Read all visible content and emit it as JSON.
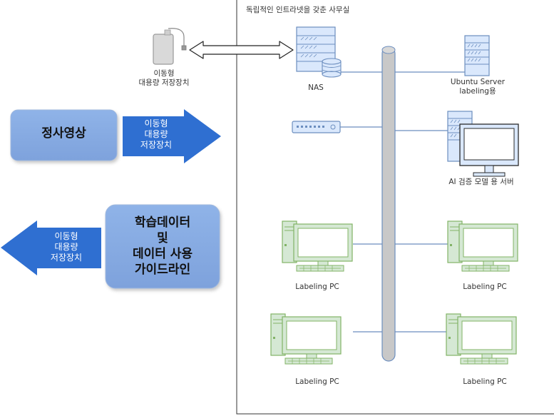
{
  "office": {
    "title": "독립적인 인트라넷을 갖춘 사무실"
  },
  "usb_drive": {
    "label_line1": "이동형",
    "label_line2": "대용량 저장장치"
  },
  "input_box": {
    "label": "정사영상"
  },
  "input_arrow": {
    "line1": "이동형",
    "line2": "대용량",
    "line3": "저장장치"
  },
  "output_box": {
    "line1": "학습데이터",
    "line2": "및",
    "line3": "데이터 사용",
    "line4": "가이드라인"
  },
  "output_arrow": {
    "line1": "이동형",
    "line2": "대용량",
    "line3": "저장장치"
  },
  "nodes": {
    "nas": {
      "label": "NAS"
    },
    "ubuntu": {
      "label_line1": "Ubuntu Server",
      "label_line2": "labeling용"
    },
    "ai_server": {
      "label": "AI 검증 모델 용 서버"
    },
    "pc1": {
      "label": "Labeling PC"
    },
    "pc2": {
      "label": "Labeling PC"
    },
    "pc3": {
      "label": "Labeling PC"
    },
    "pc4": {
      "label": "Labeling PC"
    }
  },
  "colors": {
    "blue_box": "#7ea6e0",
    "arrow_blue": "#2f6fd1",
    "server_blue": "#dae8fc",
    "server_stroke": "#6c8ebf",
    "pc_green": "#d5e8d4",
    "pc_stroke": "#82b366",
    "bus_gray": "#c8c8c8"
  }
}
